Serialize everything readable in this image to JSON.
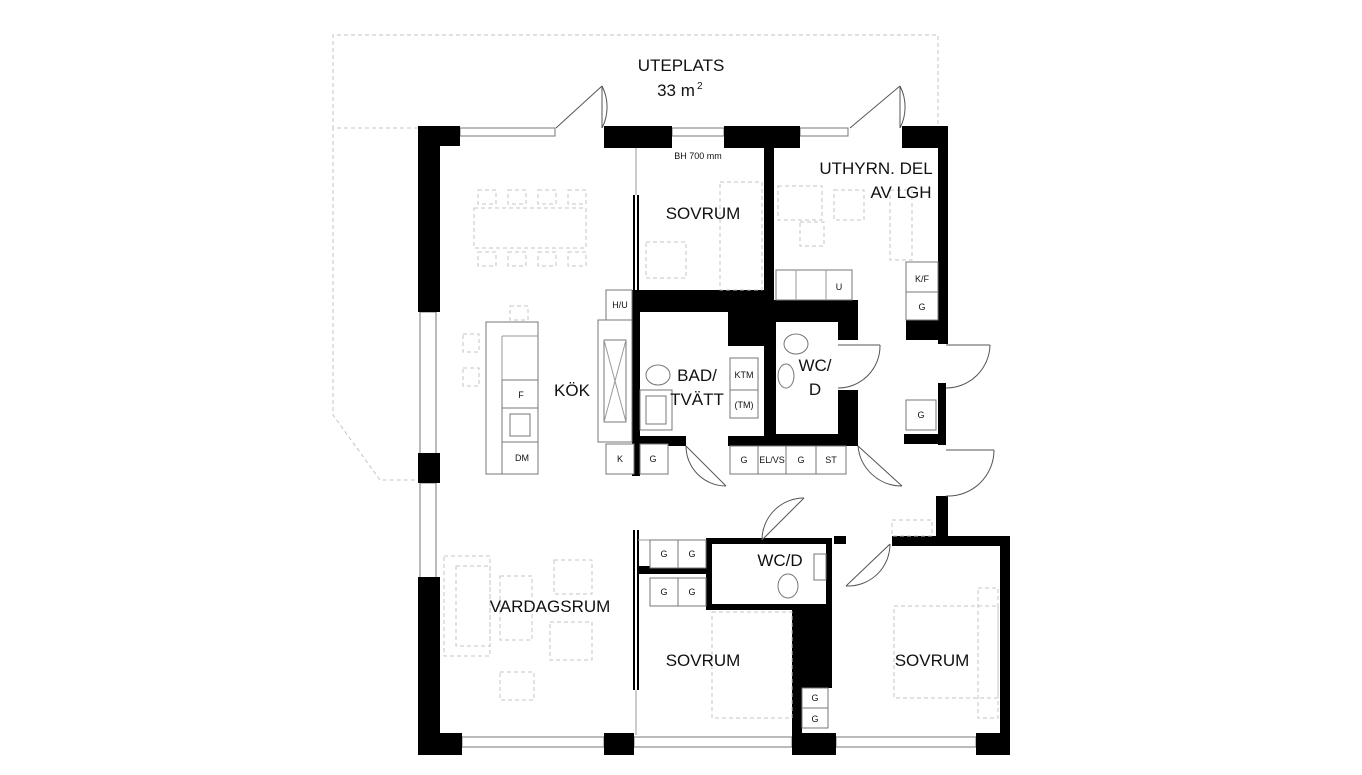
{
  "rooms": {
    "patio_name": "UTEPLATS",
    "patio_area": "33 m",
    "patio_area_sup": "2",
    "window_note": "BH 700 mm",
    "bedroom_top": "SOVRUM",
    "rental_line1": "UTHYRN. DEL",
    "rental_line2": "AV LGH",
    "kitchen": "KÖK",
    "bath_line1": "BAD/",
    "bath_line2": "TVÄTT",
    "wc_top_line1": "WC/",
    "wc_top_line2": "D",
    "wc_mid": "WC/D",
    "living": "VARDAGSRUM",
    "bedroom_mid": "SOVRUM",
    "bedroom_right": "SOVRUM"
  },
  "fixtures": {
    "hu": "H/U",
    "kf": "K/F",
    "g": "G",
    "u": "U",
    "f": "F",
    "dm": "DM",
    "k": "K",
    "ktm": "KTM",
    "tm": "(TM)",
    "elvs": "EL/VS",
    "st": "ST"
  }
}
